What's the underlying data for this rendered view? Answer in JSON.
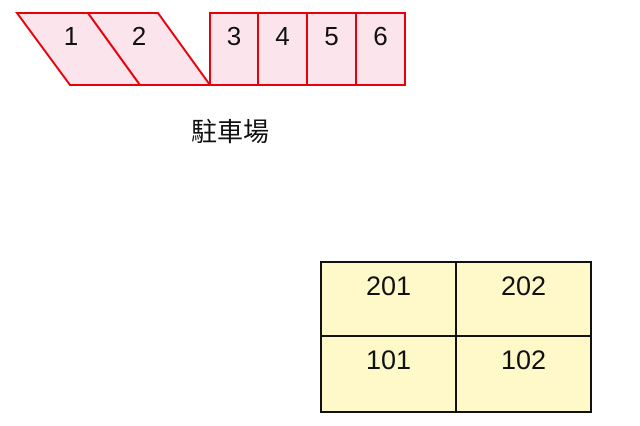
{
  "parking": {
    "label": "駐車場",
    "slots": [
      {
        "id": "1",
        "shape": "parallelogram"
      },
      {
        "id": "2",
        "shape": "parallelogram"
      },
      {
        "id": "3",
        "shape": "rectangle"
      },
      {
        "id": "4",
        "shape": "rectangle"
      },
      {
        "id": "5",
        "shape": "rectangle"
      },
      {
        "id": "6",
        "shape": "rectangle"
      }
    ],
    "colors": {
      "fill": "#fce4ec",
      "stroke": "#e8000b"
    }
  },
  "building": {
    "units": [
      {
        "id": "201",
        "floor": 2
      },
      {
        "id": "202",
        "floor": 2
      },
      {
        "id": "101",
        "floor": 1
      },
      {
        "id": "102",
        "floor": 1
      }
    ],
    "colors": {
      "fill": "#fff8c8",
      "stroke": "#111111"
    }
  }
}
